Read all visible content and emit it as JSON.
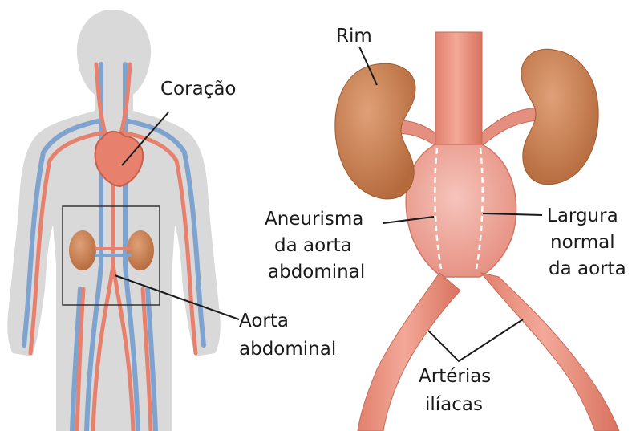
{
  "labels": {
    "heart": "Coração",
    "kidney": "Rim",
    "aaa_line1": "Aneurisma",
    "aaa_line2": "da aorta",
    "aaa_line3": "abdominal",
    "normal_line1": "Largura",
    "normal_line2": "normal",
    "normal_line3": "da aorta",
    "abdominal_aorta_line1": "Aorta",
    "abdominal_aorta_line2": "abdominal",
    "iliac_line1": "Artérias",
    "iliac_line2": "ilíacas"
  },
  "colors": {
    "body_silhouette": "#d9d9d9",
    "artery": "#e7806c",
    "vein": "#7fa3cf",
    "kidney": "#d08a5a",
    "aneurysm": "#f0aaa0",
    "background": "#ffffff"
  }
}
